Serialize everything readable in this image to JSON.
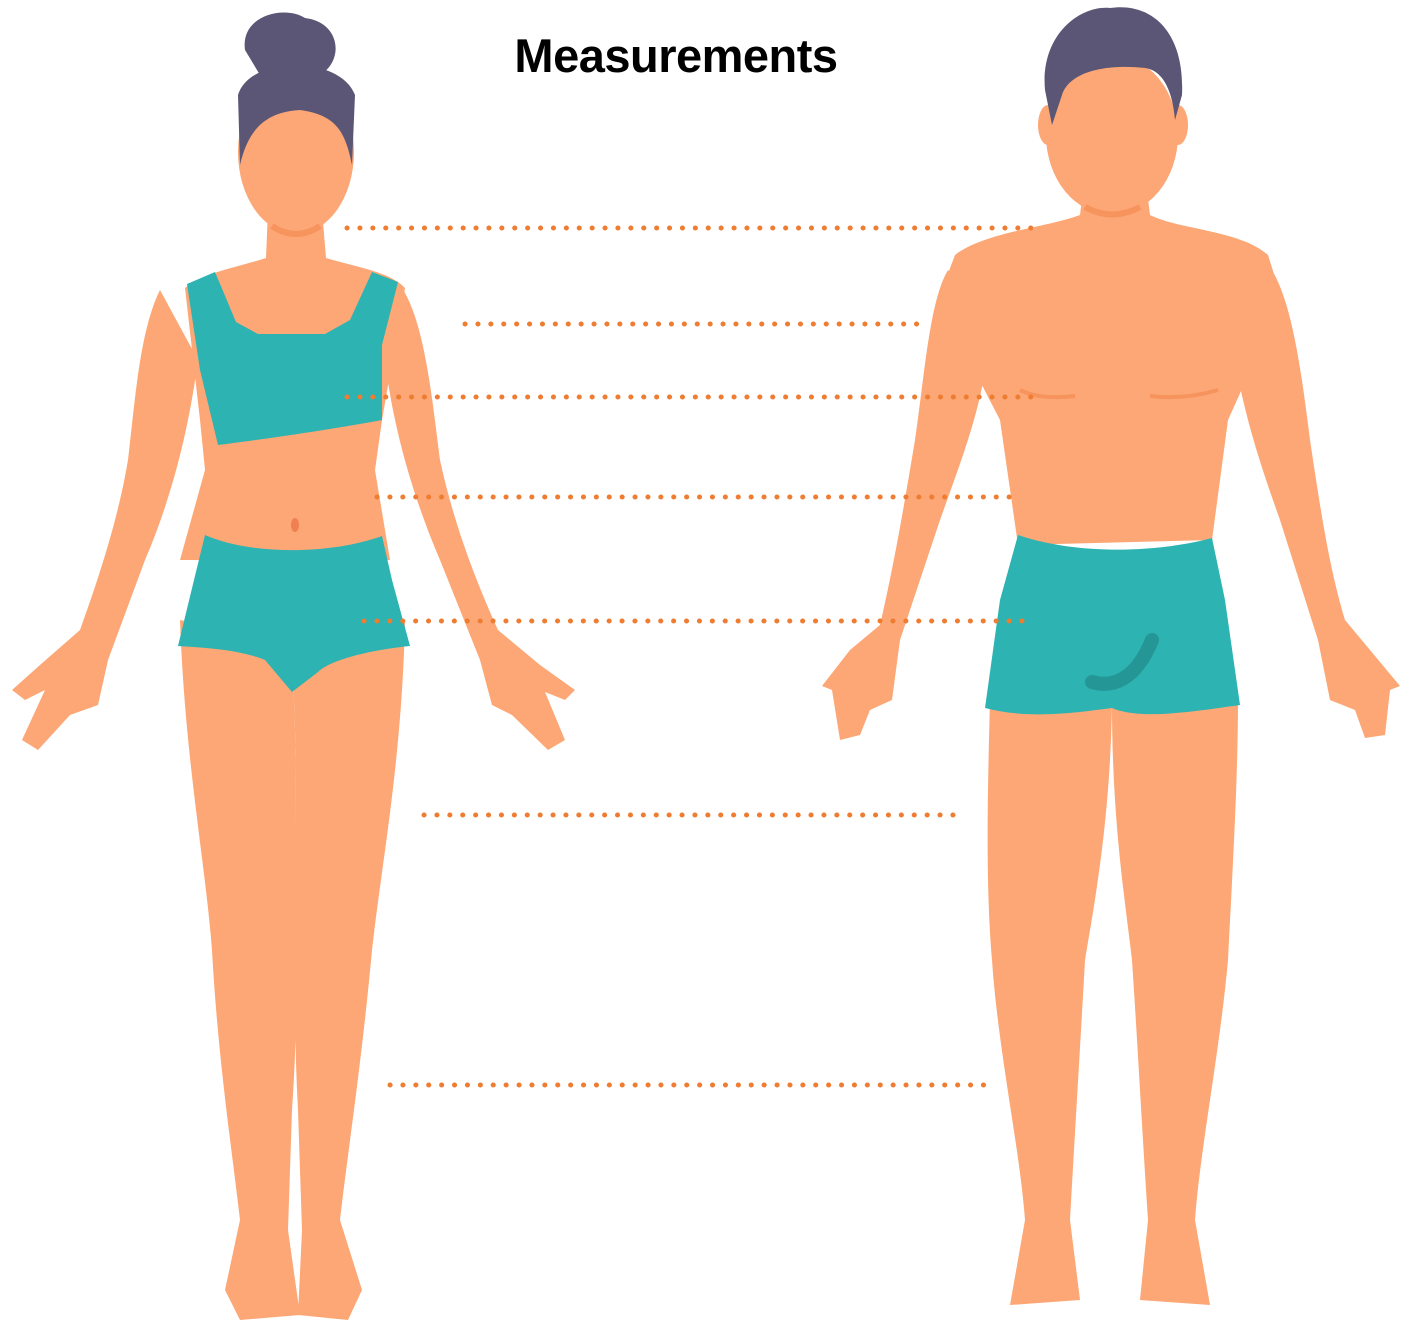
{
  "title": "Measurements",
  "colors": {
    "skin": "#fca775",
    "skin_shadow": "#f7935c",
    "hair": "#5b5675",
    "garment": "#2cb3b2",
    "garment_shadow": "#23908f",
    "guide_line": "#ee7d32",
    "background": "#ffffff"
  },
  "figures": [
    {
      "name": "female-figure",
      "icon": "female-body-icon"
    },
    {
      "name": "male-figure",
      "icon": "male-body-icon"
    }
  ],
  "guide_lines": [
    "neck",
    "shoulder",
    "bust",
    "waist",
    "hips",
    "thigh",
    "calf"
  ]
}
